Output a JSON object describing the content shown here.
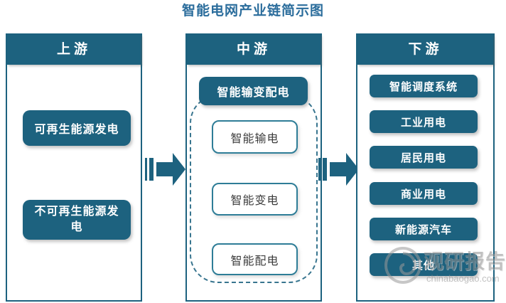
{
  "title": "智能电网产业链简示图",
  "upstream": {
    "header": "上游",
    "items": [
      "可再生能源发电",
      "不可再生能源发电"
    ]
  },
  "midstream": {
    "header": "中游",
    "summary": "智能输变配电",
    "items": [
      "智能输电",
      "智能变电",
      "智能配电"
    ]
  },
  "downstream": {
    "header": "下游",
    "items": [
      "智能调度系统",
      "工业用电",
      "居民用电",
      "商业用电",
      "新能源汽车",
      "其他"
    ]
  },
  "watermark": {
    "name": "观研报告网",
    "site_text": "chinabaogao.com"
  },
  "colors": {
    "teal": "#1d627f",
    "title_blue": "#2b6d9c",
    "sub_box_border": "#2e7d97"
  }
}
